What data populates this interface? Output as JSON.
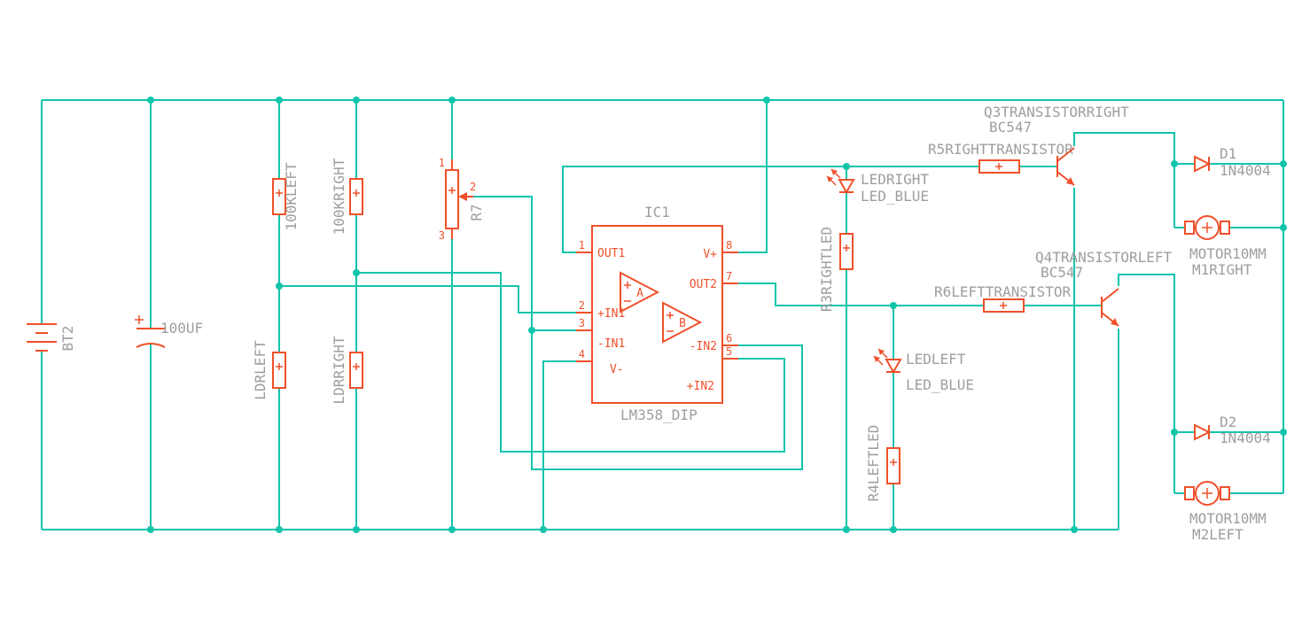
{
  "colors": {
    "wire": "#12c4ac",
    "component": "#f0502a",
    "label": "#9e9e9e",
    "background": "#ffffff"
  },
  "components": {
    "battery": {
      "name": "BT2"
    },
    "capacitor": {
      "value": "100UF"
    },
    "resistor_100k_left": {
      "name": "100KLEFT"
    },
    "resistor_100k_right": {
      "name": "100KRIGHT"
    },
    "ldr_left": {
      "name": "LDRLEFT"
    },
    "ldr_right": {
      "name": "LDRRIGHT"
    },
    "potentiometer": {
      "name": "R7",
      "pin1": "1",
      "pin2": "2",
      "pin3": "3"
    },
    "opamp_ic": {
      "name": "IC1",
      "value": "LM358_DIP",
      "unit_a": "A",
      "unit_b": "B",
      "pins": {
        "p1": {
          "num": "1",
          "label": "OUT1"
        },
        "p2": {
          "num": "2",
          "label": "+IN1"
        },
        "p3": {
          "num": "3",
          "label": "-IN1"
        },
        "p4": {
          "num": "4",
          "label": "V-"
        },
        "p5": {
          "num": "5",
          "label": "+IN2"
        },
        "p6": {
          "num": "6",
          "label": "-IN2"
        },
        "p7": {
          "num": "7",
          "label": "OUT2"
        },
        "p8": {
          "num": "8",
          "label": "V+"
        }
      }
    },
    "led_right": {
      "name": "LEDRIGHT",
      "value": "LED_BLUE"
    },
    "resistor_led_right": {
      "name": "R3RIGHTLED"
    },
    "led_left": {
      "name": "LEDLEFT",
      "value": "LED_BLUE"
    },
    "resistor_led_left": {
      "name": "R4LEFTLED"
    },
    "resistor_base_right": {
      "name": "R5RIGHTTRANSISTOR"
    },
    "transistor_right": {
      "name": "Q3TRANSISTORRIGHT",
      "value": "BC547"
    },
    "resistor_base_left": {
      "name": "R6LEFTTRANSISTOR"
    },
    "transistor_left": {
      "name": "Q4TRANSISTORLEFT",
      "value": "BC547"
    },
    "diode_right": {
      "name": "D1",
      "value": "1N4004"
    },
    "motor_right": {
      "value": "MOTOR10MM",
      "name": "M1RIGHT"
    },
    "diode_left": {
      "name": "D2",
      "value": "1N4004"
    },
    "motor_left": {
      "value": "MOTOR10MM",
      "name": "M2LEFT"
    }
  }
}
